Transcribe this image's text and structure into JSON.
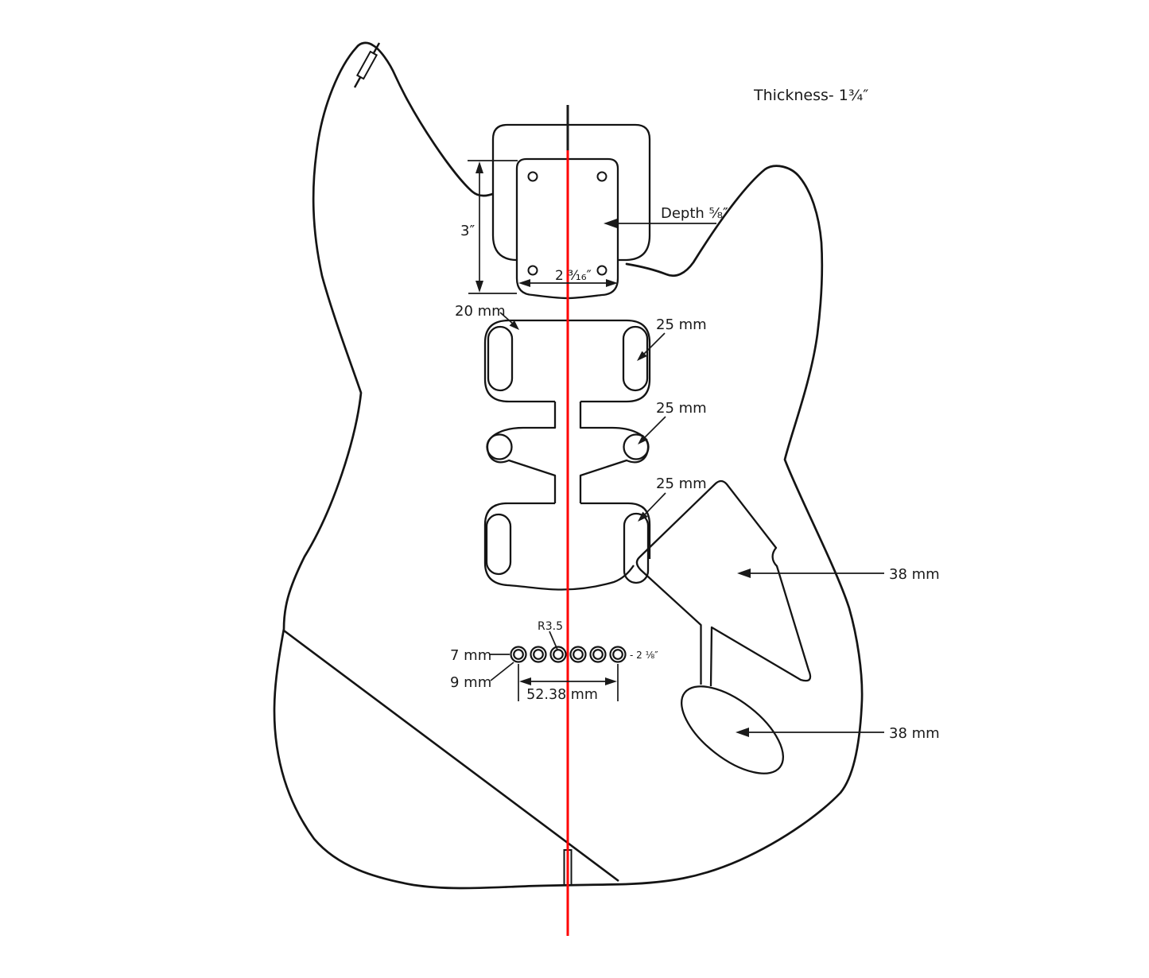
{
  "diagram": {
    "type": "guitar-body-routing-template",
    "thickness_note": "Thickness- 1¾″",
    "colors": {
      "centerline": "#ff0000",
      "lines": "#1a1a1a"
    },
    "neck_pocket": {
      "length_label": "3″",
      "depth_label": "Depth ⅝″",
      "width_label": "2 ³⁄₁₆″",
      "screw_hole_count": 4
    },
    "pickup_routes": {
      "main_route_depth_label": "20 mm",
      "neck_ear_depth_label": "25 mm",
      "middle_ear_depth_label": "25 mm",
      "bridge_ear_depth_label": "25 mm"
    },
    "tremolo": {
      "cavity_depth_label": "38 mm",
      "jack_cavity_depth_label": "38 mm"
    },
    "bridge_holes": {
      "count": 6,
      "drill_diameter_label": "7 mm",
      "counterbore_diameter_label": "9 mm",
      "radius_label": "R3.5",
      "spacing_label": "52.38 mm",
      "spread_label": "- 2 ⅛″"
    }
  }
}
